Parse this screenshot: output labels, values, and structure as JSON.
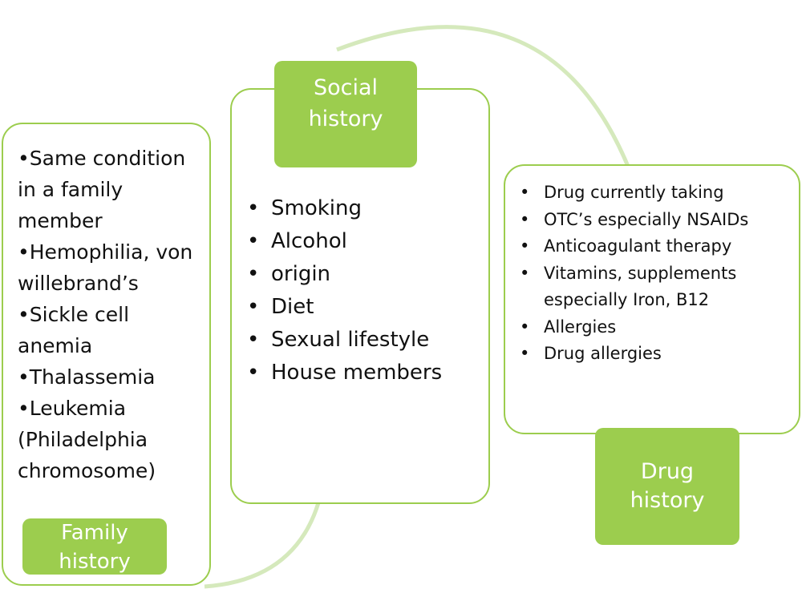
{
  "colors": {
    "accent": "#9ccd4e",
    "arc": "#d5e9bc"
  },
  "family": {
    "title_line1": "Family",
    "title_line2": "history",
    "items": [
      "Same condition in a family member",
      "Hemophilia, von willebrand’s",
      "Sickle cell anemia",
      "Thalassemia",
      "Leukemia (Philadelphia chromosome)"
    ]
  },
  "social": {
    "title_line1": "Social",
    "title_line2": "history",
    "items": [
      "Smoking",
      "Alcohol",
      "origin",
      "Diet",
      "Sexual lifestyle",
      "House members"
    ]
  },
  "drug": {
    "title_line1": "Drug",
    "title_line2": "history",
    "items": [
      "Drug currently taking",
      "OTC’s especially NSAIDs",
      "Anticoagulant therapy",
      "Vitamins, supplements especially Iron, B12",
      "Allergies",
      "Drug allergies"
    ]
  }
}
